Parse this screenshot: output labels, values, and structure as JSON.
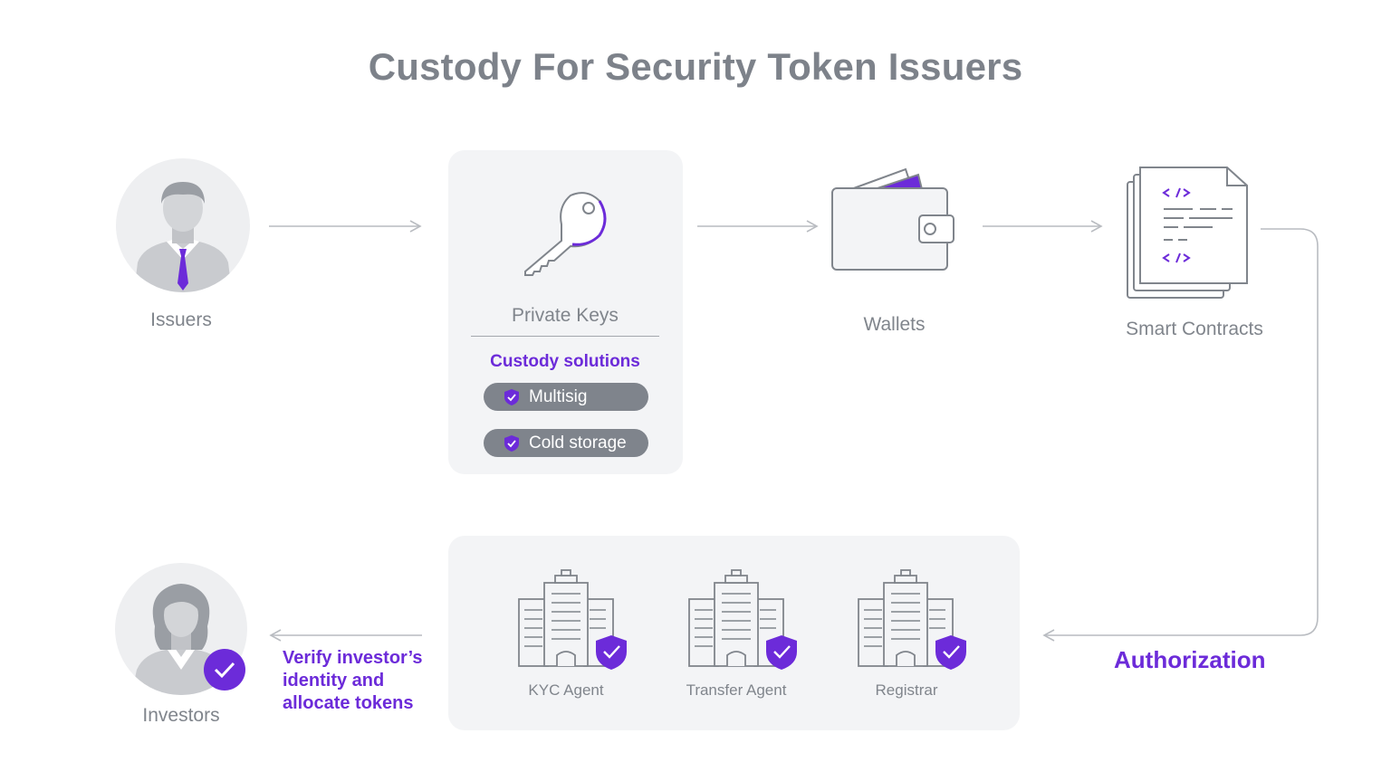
{
  "title": "Custody For Security Token Issuers",
  "nodes": {
    "issuers": "Issuers",
    "private_keys": "Private Keys",
    "wallets": "Wallets",
    "smart_contracts": "Smart Contracts",
    "investors": "Investors"
  },
  "custody": {
    "heading": "Custody solutions",
    "options": [
      "Multisig",
      "Cold storage"
    ]
  },
  "agents": [
    "KYC Agent",
    "Transfer Agent",
    "Registrar"
  ],
  "authorization": "Authorization",
  "verify": {
    "line1": "Verify investor’s",
    "line2": "identity and",
    "line3": "allocate tokens"
  },
  "icons": {
    "issuer": "businessman-avatar-icon",
    "key": "key-icon",
    "wallet": "wallet-icon",
    "contracts": "code-document-stack-icon",
    "investor": "businesswoman-avatar-icon",
    "check": "check-badge-icon",
    "shield": "shield-check-icon",
    "building": "office-building-icon"
  },
  "colors": {
    "accent": "#6c2bd9",
    "text": "#7d828a",
    "card": "#f3f4f6",
    "pill": "#7f848c"
  }
}
